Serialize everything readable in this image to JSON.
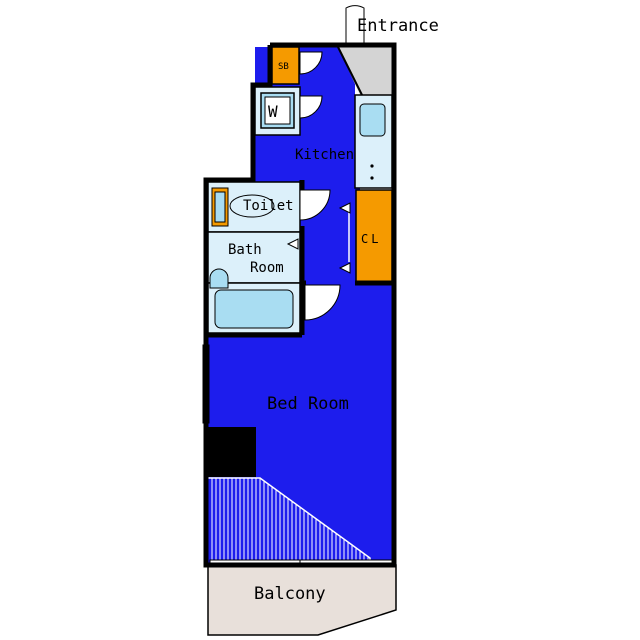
{
  "labels": {
    "entrance": "Entrance",
    "shoe_box": "SB",
    "washer": "W",
    "kitchen": "Kitchen",
    "toilet": "Toilet",
    "bath_line1": "Bath",
    "bath_line2": "Room",
    "closet": "CL",
    "bed_room": "Bed Room",
    "balcony": "Balcony"
  },
  "colors": {
    "floor": "#1d1ded",
    "wet_area": "#dcf0fa",
    "fixture": "#a9ddf2",
    "storage": "#f59a00",
    "balcony": "#e8e0da",
    "wall": "#000000"
  }
}
